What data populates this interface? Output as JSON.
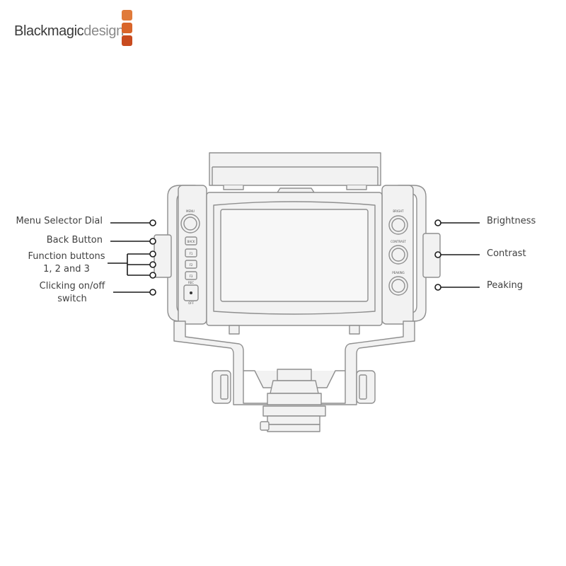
{
  "brand": {
    "name_bold": "Blackmagic",
    "name_light": "design",
    "square_colors": [
      "#e07a3a",
      "#d9652a",
      "#c84b1f"
    ]
  },
  "callouts": {
    "menu_selector_dial": "Menu Selector Dial",
    "back_button": "Back Button",
    "function_buttons_line1": "Function buttons",
    "function_buttons_line2": "1, 2 and 3",
    "clicking_switch_line1": "Clicking on/off",
    "clicking_switch_line2": "switch",
    "brightness": "Brightness",
    "contrast": "Contrast",
    "peaking": "Peaking"
  },
  "device_labels": {
    "menu": "MENU",
    "back": "BACK",
    "f1": "F1",
    "f2": "F2",
    "f3": "F3",
    "rec": "REC",
    "off": "OFF",
    "bright": "BRIGHT",
    "contrast": "CONTRAST",
    "peaking": "PEAKING"
  },
  "colors": {
    "device_stroke": "#8f8f8f",
    "device_fill": "#f2f2f2",
    "leader": "#1a1a1a"
  }
}
